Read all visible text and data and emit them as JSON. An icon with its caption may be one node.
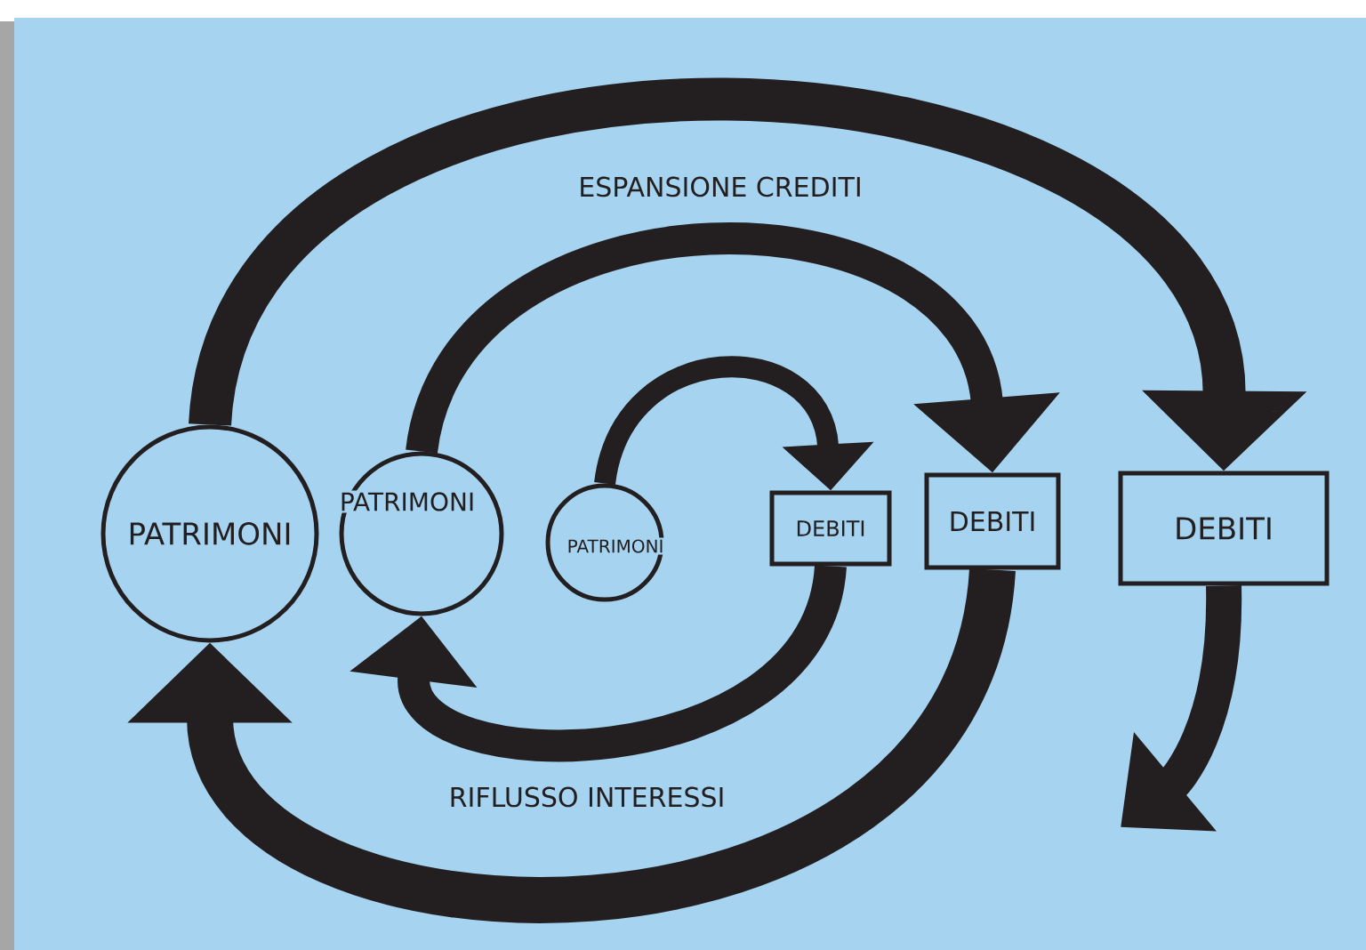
{
  "diagram": {
    "nodes": [
      {
        "text": [
          "PATRIMONI"
        ]
      },
      {
        "text": [
          "PATRIMONI"
        ]
      },
      {
        "text": [
          "PATRIMONI"
        ]
      },
      {
        "text": [
          "DEBITI"
        ]
      },
      {
        "text": [
          "DEBITI"
        ]
      },
      {
        "text": [
          "DEBITI"
        ]
      }
    ],
    "edges": [
      {
        "from": 0,
        "to": 5,
        "arrow": "to"
      },
      {
        "from": 1,
        "to": 4,
        "arrow": "to"
      },
      {
        "from": 2,
        "to": 3,
        "arrow": "to"
      },
      {
        "from": 3,
        "to": 1,
        "arrow": "to"
      },
      {
        "from": 4,
        "to": 0,
        "arrow": "to"
      },
      {
        "from": 5,
        "to": null,
        "arrow": "to"
      }
    ],
    "labels": [
      "ESPANSIONE CREDITI",
      "RIFLUSSO INTERESSI"
    ]
  }
}
